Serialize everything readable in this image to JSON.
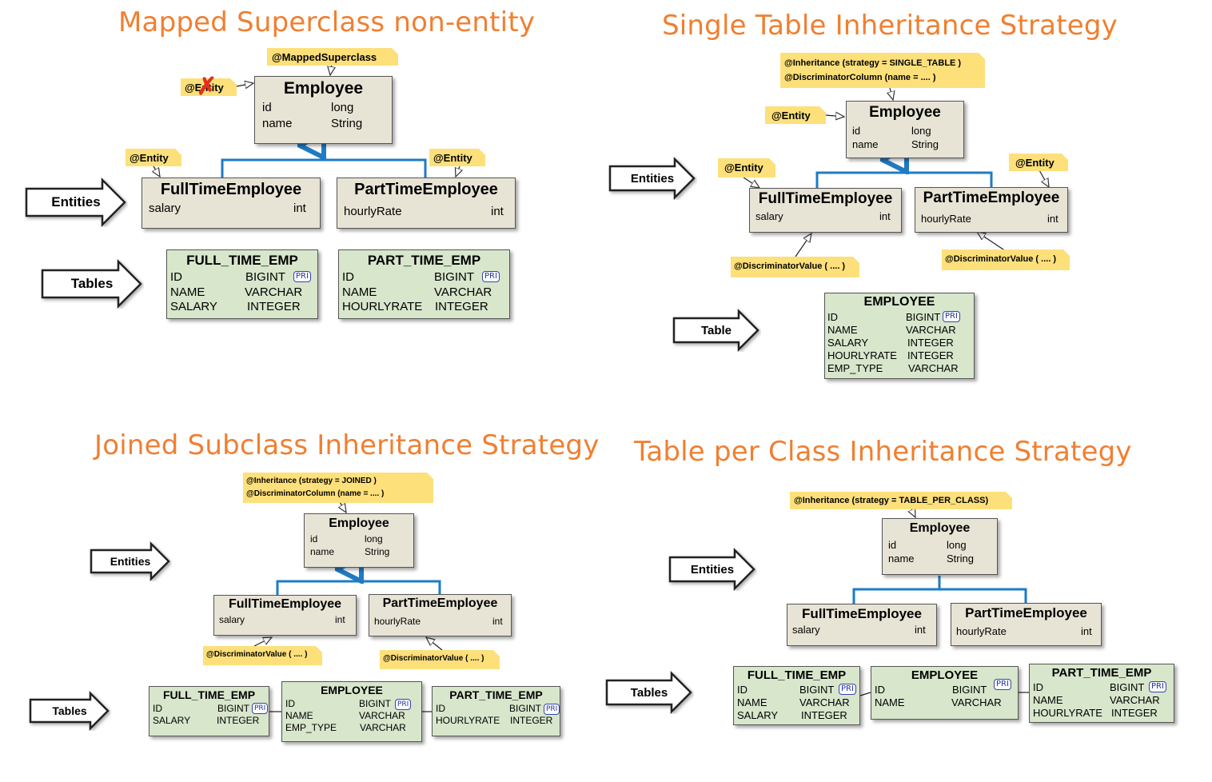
{
  "colors": {
    "title": "#f07f31",
    "entity_fill": "#e8e4d5",
    "table_fill": "#d8e6cc",
    "note_fill": "#fde07a",
    "inherit_line": "#1e7bc4"
  },
  "icons": {
    "arrow": "right-block-arrow",
    "cross": "red-x-mark"
  },
  "q1": {
    "title": "Mapped Superclass non-entity",
    "note_mapped": "@MappedSuperclass",
    "note_entity_x": "@Entity",
    "note_entity_left": "@Entity",
    "note_entity_right": "@Entity",
    "label_entities": "Entities",
    "label_tables": "Tables",
    "employee": {
      "name": "Employee",
      "f1": "id",
      "t1": "long",
      "f2": "name",
      "t2": "String"
    },
    "full": {
      "name": "FullTimeEmployee",
      "f1": "salary",
      "t1": "int"
    },
    "part": {
      "name": "PartTimeEmployee",
      "f1": "hourlyRate",
      "t1": "int"
    },
    "tbl_full": {
      "name": "FULL_TIME_EMP",
      "r1a": "ID",
      "r1b": "BIGINT",
      "r2a": "NAME",
      "r2b": "VARCHAR",
      "r3a": "SALARY",
      "r3b": "INTEGER",
      "pri": "PRI"
    },
    "tbl_part": {
      "name": "PART_TIME_EMP",
      "r1a": "ID",
      "r1b": "BIGINT",
      "r2a": "NAME",
      "r2b": "VARCHAR",
      "r3a": "HOURLYRATE",
      "r3b": "INTEGER",
      "pri": "PRI"
    }
  },
  "q2": {
    "title": "Single Table Inheritance Strategy",
    "note_inherit_1": "@Inheritance (strategy = SINGLE_TABLE )",
    "note_inherit_2": "@DiscriminatorColumn (name = .... )",
    "note_entity_emp": "@Entity",
    "note_entity_left": "@Entity",
    "note_entity_right": "@Entity",
    "note_disc_left": "@DiscriminatorValue ( .... )",
    "note_disc_right": "@DiscriminatorValue ( .... )",
    "label_entities": "Entities",
    "label_table": "Table",
    "employee": {
      "name": "Employee",
      "f1": "id",
      "t1": "long",
      "f2": "name",
      "t2": "String"
    },
    "full": {
      "name": "FullTimeEmployee",
      "f1": "salary",
      "t1": "int"
    },
    "part": {
      "name": "PartTimeEmployee",
      "f1": "hourlyRate",
      "t1": "int"
    },
    "tbl": {
      "name": "EMPLOYEE",
      "r1a": "ID",
      "r1b": "BIGINT",
      "r2a": "NAME",
      "r2b": "VARCHAR",
      "r3a": "SALARY",
      "r3b": "INTEGER",
      "r4a": "HOURLYRATE",
      "r4b": "INTEGER",
      "r5a": "EMP_TYPE",
      "r5b": "VARCHAR",
      "pri": "PRI"
    }
  },
  "q3": {
    "title": "Joined Subclass Inheritance Strategy",
    "note_inherit_1": "@Inheritance (strategy = JOINED )",
    "note_inherit_2": "@DiscriminatorColumn (name = .... )",
    "note_disc_left": "@DiscriminatorValue ( .... )",
    "note_disc_right": "@DiscriminatorValue ( .... )",
    "label_entities": "Entities",
    "label_tables": "Tables",
    "employee": {
      "name": "Employee",
      "f1": "id",
      "t1": "long",
      "f2": "name",
      "t2": "String"
    },
    "full": {
      "name": "FullTimeEmployee",
      "f1": "salary",
      "t1": "int"
    },
    "part": {
      "name": "PartTimeEmployee",
      "f1": "hourlyRate",
      "t1": "int"
    },
    "tbl_full": {
      "name": "FULL_TIME_EMP",
      "r1a": "ID",
      "r1b": "BIGINT",
      "r2a": "SALARY",
      "r2b": "INTEGER",
      "pri": "PRI"
    },
    "tbl_emp": {
      "name": "EMPLOYEE",
      "r1a": "ID",
      "r1b": "BIGINT",
      "r2a": "NAME",
      "r2b": "VARCHAR",
      "r3a": "EMP_TYPE",
      "r3b": "VARCHAR",
      "pri": "PRI"
    },
    "tbl_part": {
      "name": "PART_TIME_EMP",
      "r1a": "ID",
      "r1b": "BIGINT",
      "r2a": "HOURLYRATE",
      "r2b": "INTEGER",
      "pri": "PRI"
    }
  },
  "q4": {
    "title": "Table per Class Inheritance Strategy",
    "note_inherit": "@Inheritance (strategy = TABLE_PER_CLASS)",
    "label_entities": "Entities",
    "label_tables": "Tables",
    "employee": {
      "name": "Employee",
      "f1": "id",
      "t1": "long",
      "f2": "name",
      "t2": "String"
    },
    "full": {
      "name": "FullTimeEmployee",
      "f1": "salary",
      "t1": "int"
    },
    "part": {
      "name": "PartTimeEmployee",
      "f1": "hourlyRate",
      "t1": "int"
    },
    "tbl_full": {
      "name": "FULL_TIME_EMP",
      "r1a": "ID",
      "r1b": "BIGINT",
      "r2a": "NAME",
      "r2b": "VARCHAR",
      "r3a": "SALARY",
      "r3b": "INTEGER",
      "pri": "PRI"
    },
    "tbl_emp": {
      "name": "EMPLOYEE",
      "r1a": "ID",
      "r1b": "BIGINT",
      "r2a": "NAME",
      "r2b": "VARCHAR",
      "pri": "PRI"
    },
    "tbl_part": {
      "name": "PART_TIME_EMP",
      "r1a": "ID",
      "r1b": "BIGINT",
      "r2a": "NAME",
      "r2b": "VARCHAR",
      "r3a": "HOURLYRATE",
      "r3b": "INTEGER",
      "pri": "PRI"
    }
  }
}
